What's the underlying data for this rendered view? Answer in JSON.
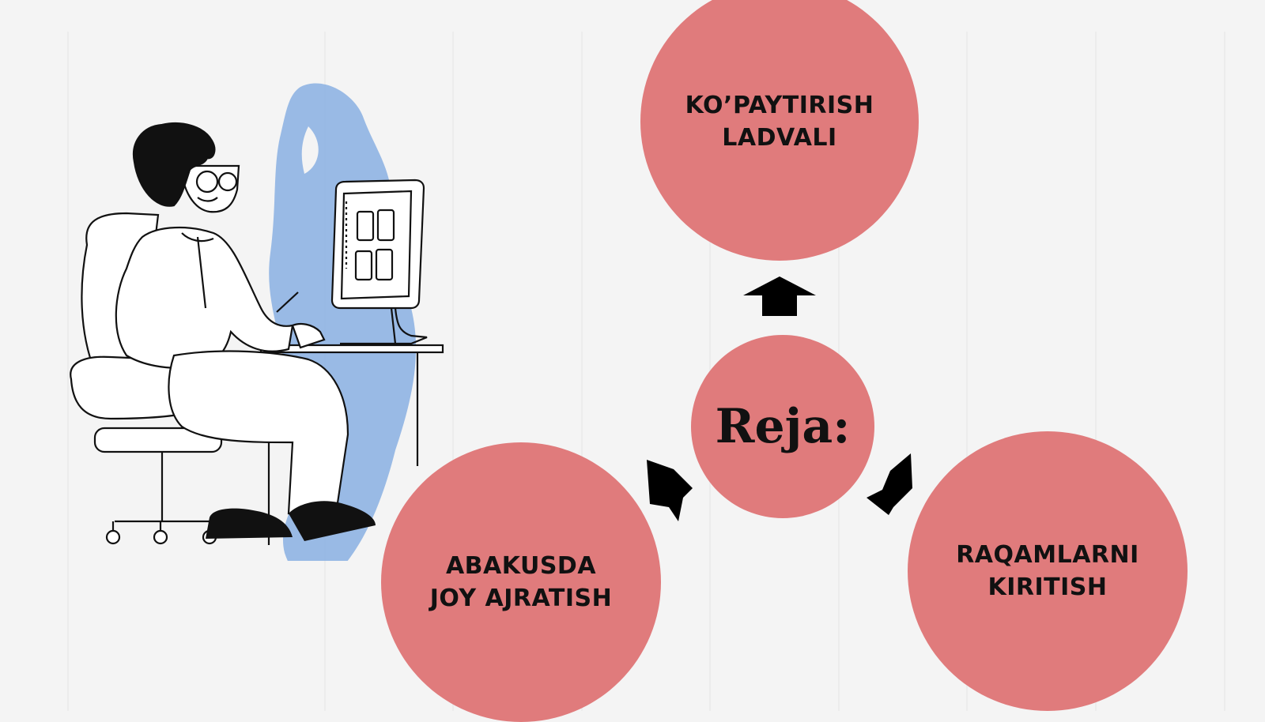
{
  "colors": {
    "background": "#f4f4f4",
    "circle_fill": "#e07b7c",
    "arrow_fill": "#000000",
    "illustration_accent": "#8fb4e3"
  },
  "diagram": {
    "center": {
      "label": "Reja:"
    },
    "nodes": [
      {
        "id": "top",
        "label": "KO’PAYTIRISH\nLADVALI"
      },
      {
        "id": "left",
        "label": "ABAKUSDA\nJOY AJRATISH"
      },
      {
        "id": "right",
        "label": "RAQAMLARNI\nKIRITISH"
      }
    ],
    "arrows": [
      {
        "from": "center",
        "to": "top"
      },
      {
        "from": "center",
        "to": "left"
      },
      {
        "from": "center",
        "to": "right"
      }
    ]
  },
  "illustration": {
    "icon": "person-at-computer-icon"
  }
}
